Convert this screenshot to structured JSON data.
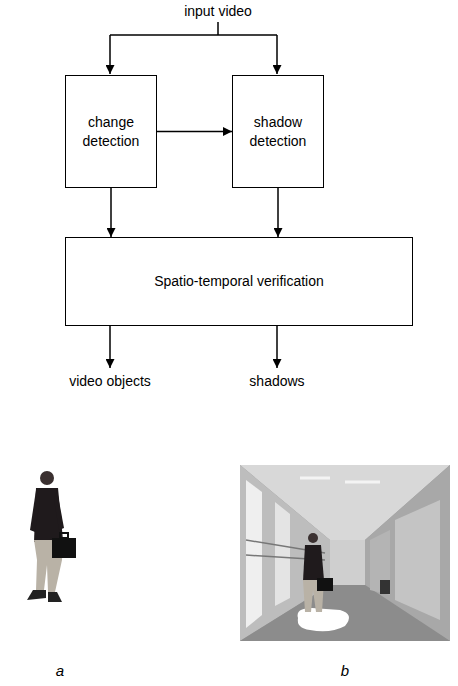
{
  "diagram": {
    "nodes": [
      {
        "text": [
          "change detection"
        ]
      },
      {
        "text": [
          "shadow detection"
        ]
      },
      {
        "text": [
          "Spatio-temporal verification"
        ]
      }
    ],
    "edges": [
      {
        "from": 0,
        "to": 1,
        "arrow": "to"
      },
      {
        "from": 0,
        "to": 2,
        "arrow": "to"
      },
      {
        "from": 1,
        "to": 2,
        "arrow": "to"
      }
    ],
    "labels": [
      "input video",
      "video objects",
      "shadows",
      "a",
      "b"
    ]
  }
}
